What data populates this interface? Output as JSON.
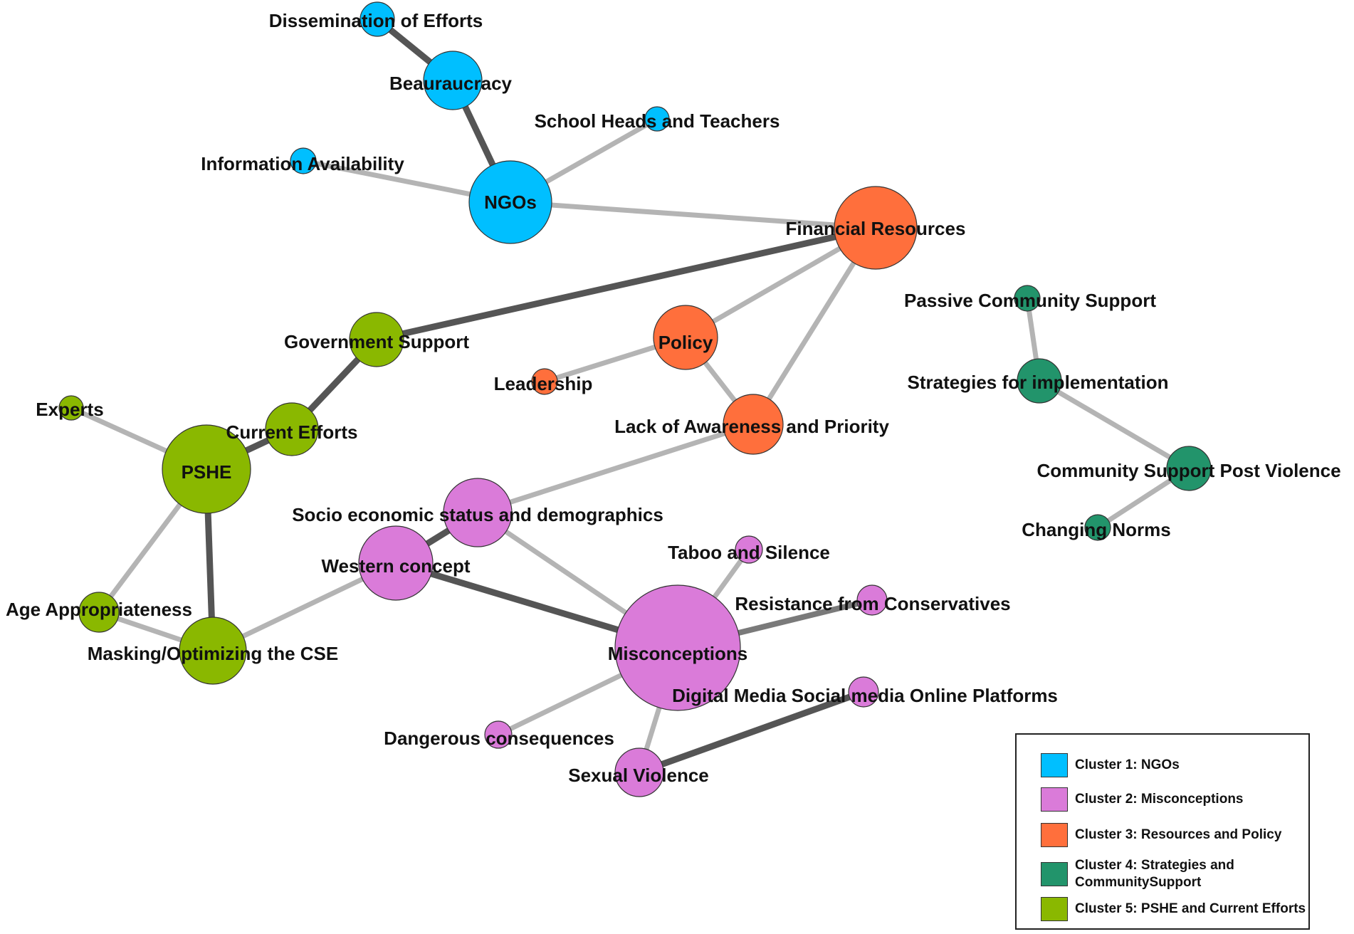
{
  "clusters": [
    {
      "id": 1,
      "label": "Cluster 1: NGOs",
      "color": "#00bfff"
    },
    {
      "id": 2,
      "label": "Cluster 2: Misconceptions",
      "color": "#da7bd9"
    },
    {
      "id": 3,
      "label": "Cluster 3: Resources and Policy",
      "color": "#ff6f3c"
    },
    {
      "id": 4,
      "label": "Cluster 4: Strategies and CommunitySupport",
      "color": "#22946b"
    },
    {
      "id": 5,
      "label": "Cluster 5: PSHE and Current Efforts",
      "color": "#8ab800"
    }
  ],
  "edge_colors": {
    "strong": "#555555",
    "medium": "#7a7a7a",
    "light": "#b4b4b4"
  },
  "nodes": [
    {
      "id": "dissemination",
      "label": "Dissemination of Efforts",
      "cluster": 1
    },
    {
      "id": "beauraucracy",
      "label": "Beauraucracy",
      "cluster": 1
    },
    {
      "id": "school_heads",
      "label": "School Heads and Teachers",
      "cluster": 1
    },
    {
      "id": "info_avail",
      "label": "Information Availability",
      "cluster": 1
    },
    {
      "id": "ngos",
      "label": "NGOs",
      "cluster": 1
    },
    {
      "id": "financial",
      "label": "Financial Resources",
      "cluster": 3
    },
    {
      "id": "policy",
      "label": "Policy",
      "cluster": 3
    },
    {
      "id": "leadership",
      "label": "Leadership",
      "cluster": 3
    },
    {
      "id": "lack_awareness",
      "label": "Lack of Awareness and Priority",
      "cluster": 3
    },
    {
      "id": "passive_comm",
      "label": "Passive Community Support",
      "cluster": 4
    },
    {
      "id": "strategies",
      "label": "Strategies for implementation",
      "cluster": 4
    },
    {
      "id": "comm_post",
      "label": "Community Support Post Violence",
      "cluster": 4
    },
    {
      "id": "changing_norms",
      "label": "Changing Norms",
      "cluster": 4
    },
    {
      "id": "gov_support",
      "label": "Government Support",
      "cluster": 5
    },
    {
      "id": "experts",
      "label": "Experts",
      "cluster": 5
    },
    {
      "id": "current_efforts",
      "label": "Current Efforts",
      "cluster": 5
    },
    {
      "id": "pshe",
      "label": "PSHE",
      "cluster": 5
    },
    {
      "id": "age_approp",
      "label": "Age Appropriateness",
      "cluster": 5
    },
    {
      "id": "masking",
      "label": "Masking/Optimizing the CSE",
      "cluster": 5
    },
    {
      "id": "socio",
      "label": "Socio economic status and demographics",
      "cluster": 2
    },
    {
      "id": "western",
      "label": "Western concept",
      "cluster": 2
    },
    {
      "id": "taboo",
      "label": "Taboo and Silence",
      "cluster": 2
    },
    {
      "id": "resistance",
      "label": "Resistance from Conservatives",
      "cluster": 2
    },
    {
      "id": "misconceptions",
      "label": "Misconceptions",
      "cluster": 2
    },
    {
      "id": "digital",
      "label": "Digital Media Social media Online Platforms",
      "cluster": 2
    },
    {
      "id": "dangerous",
      "label": "Dangerous consequences",
      "cluster": 2
    },
    {
      "id": "sexual_violence",
      "label": "Sexual Violence",
      "cluster": 2
    }
  ],
  "edges": [
    {
      "source": "dissemination",
      "target": "beauraucracy",
      "strength": "strong"
    },
    {
      "source": "beauraucracy",
      "target": "ngos",
      "strength": "strong"
    },
    {
      "source": "ngos",
      "target": "school_heads",
      "strength": "light"
    },
    {
      "source": "ngos",
      "target": "info_avail",
      "strength": "light"
    },
    {
      "source": "ngos",
      "target": "financial",
      "strength": "light"
    },
    {
      "source": "financial",
      "target": "gov_support",
      "strength": "strong"
    },
    {
      "source": "financial",
      "target": "policy",
      "strength": "light"
    },
    {
      "source": "financial",
      "target": "lack_awareness",
      "strength": "light"
    },
    {
      "source": "policy",
      "target": "leadership",
      "strength": "light"
    },
    {
      "source": "policy",
      "target": "lack_awareness",
      "strength": "light"
    },
    {
      "source": "gov_support",
      "target": "current_efforts",
      "strength": "strong"
    },
    {
      "source": "current_efforts",
      "target": "pshe",
      "strength": "strong"
    },
    {
      "source": "pshe",
      "target": "experts",
      "strength": "light"
    },
    {
      "source": "pshe",
      "target": "age_approp",
      "strength": "light"
    },
    {
      "source": "pshe",
      "target": "masking",
      "strength": "strong"
    },
    {
      "source": "age_approp",
      "target": "masking",
      "strength": "light"
    },
    {
      "source": "masking",
      "target": "western",
      "strength": "light"
    },
    {
      "source": "lack_awareness",
      "target": "socio",
      "strength": "light"
    },
    {
      "source": "socio",
      "target": "western",
      "strength": "strong"
    },
    {
      "source": "socio",
      "target": "misconceptions",
      "strength": "light"
    },
    {
      "source": "western",
      "target": "misconceptions",
      "strength": "strong"
    },
    {
      "source": "misconceptions",
      "target": "taboo",
      "strength": "light"
    },
    {
      "source": "misconceptions",
      "target": "resistance",
      "strength": "medium"
    },
    {
      "source": "misconceptions",
      "target": "dangerous",
      "strength": "light"
    },
    {
      "source": "misconceptions",
      "target": "sexual_violence",
      "strength": "light"
    },
    {
      "source": "sexual_violence",
      "target": "digital",
      "strength": "strong"
    },
    {
      "source": "passive_comm",
      "target": "strategies",
      "strength": "light"
    },
    {
      "source": "strategies",
      "target": "comm_post",
      "strength": "light"
    },
    {
      "source": "comm_post",
      "target": "changing_norms",
      "strength": "light"
    }
  ]
}
